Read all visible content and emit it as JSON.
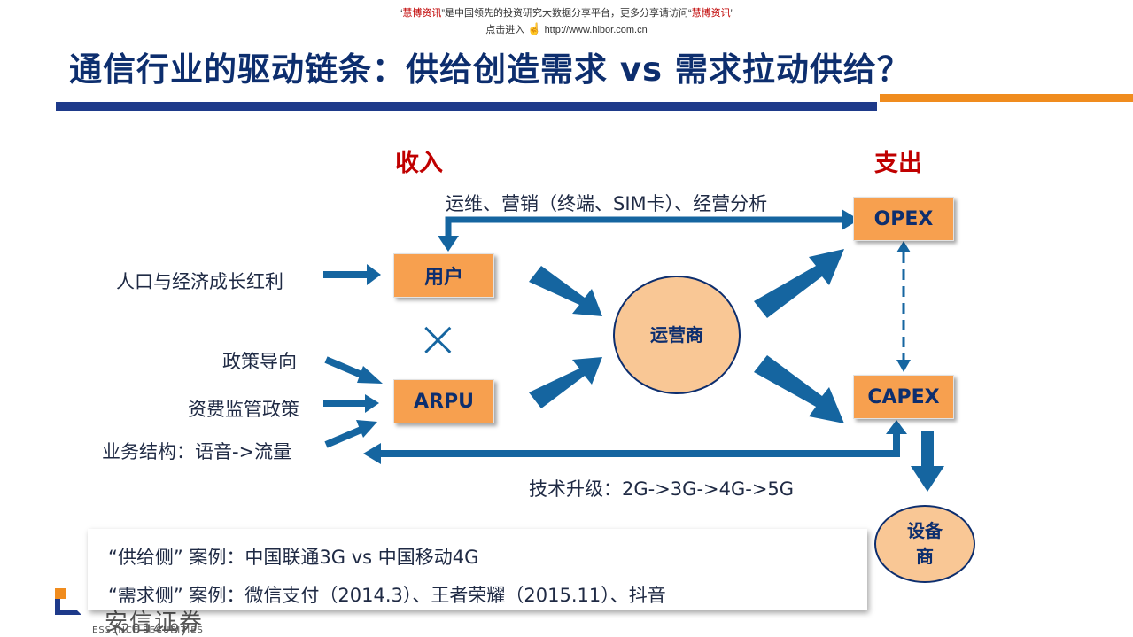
{
  "watermark": {
    "line1_quote_open": "“",
    "line1_brand": "慧博资讯",
    "line1_rest": "”是中国领先的投资研究大数据分享平台，更多分享请访问“",
    "line1_brand2": "慧博资讯",
    "line1_quote_close": "”",
    "line2_prefix": "点击进入",
    "line2_url": "http://www.hibor.com.cn"
  },
  "title": "通信行业的驱动链条：供给创造需求 vs 需求拉动供给？",
  "headers": {
    "income": "收入",
    "expense": "支出"
  },
  "nodes": {
    "users": "用户",
    "arpu": "ARPU",
    "operator": "运营商",
    "opex": "OPEX",
    "capex": "CAPEX",
    "equipment_line1": "设备",
    "equipment_line2": "商",
    "times": "×"
  },
  "labels": {
    "top_flow": "运维、营销（终端、SIM卡）、经营分析",
    "population": "人口与经济成长红利",
    "policy": "政策导向",
    "tariff": "资费监管政策",
    "structure": "业务结构：语音->流量",
    "tech": "技术升级：2G->3G->4G->5G"
  },
  "cases": {
    "supply": "“供给侧” 案例：中国联通3G vs 中国移动4G",
    "demand": "“需求侧” 案例：微信支付（2014.3）、王者荣耀（2015.11）、抖音"
  },
  "logo": {
    "text": "安信证券",
    "sub": "ESSENCE SECURITIES",
    "partial": "(2014.9)"
  },
  "colors": {
    "navy": "#0d2e6e",
    "arrow_blue": "#1565a0",
    "orange": "#f7a04f",
    "red": "#c00000"
  }
}
